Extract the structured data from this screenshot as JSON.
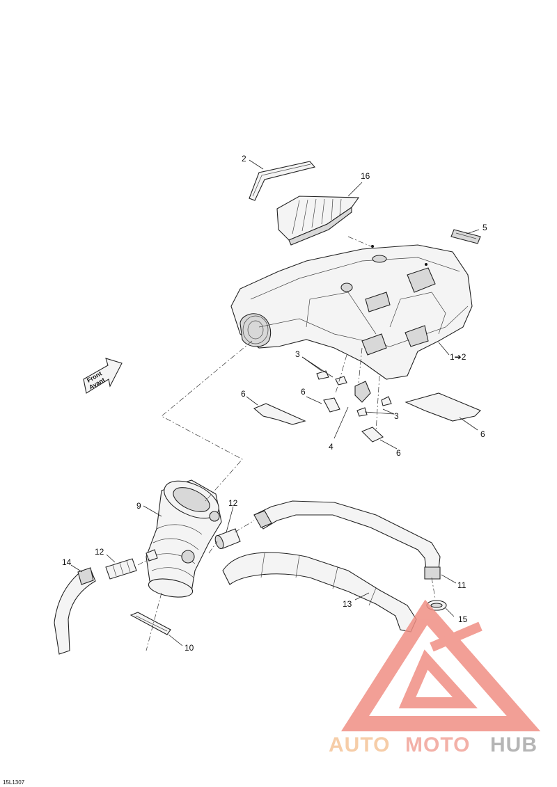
{
  "diagram": {
    "reference_code": "15L1307",
    "front_label": [
      "Front",
      "Avant"
    ],
    "callouts": {
      "c2": "2",
      "c16": "16",
      "c5": "5",
      "c1to2": "1➔2",
      "c3a": "3",
      "c3b": "3",
      "c6a": "6",
      "c6b": "6",
      "c6c": "6",
      "c6d": "6",
      "c4": "4",
      "c9": "9",
      "c12a": "12",
      "c12b": "12",
      "c14": "14",
      "c11": "11",
      "c13": "13",
      "c15": "15",
      "c10": "10"
    }
  },
  "watermark": {
    "parts": [
      "AUTO",
      "MOTO",
      "HUB"
    ],
    "colors": {
      "auto": "#f5c59a",
      "moto": "#f2a49a",
      "hub": "#a9a9a9",
      "logo": "#f08f84"
    },
    "icon": "triangle-logo-icon"
  }
}
